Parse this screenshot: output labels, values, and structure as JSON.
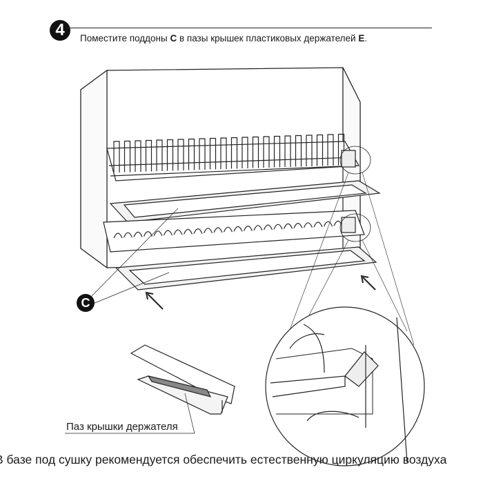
{
  "step": {
    "number": "4"
  },
  "instruction": {
    "text_1": "Поместите поддоны ",
    "tray_letter": "C",
    "text_2": " в пазы крышек пластиковых держателей ",
    "holder_letter": "E",
    "text_3": "."
  },
  "figure": {
    "tray_label": "C",
    "slot_caption": "Паз крышки держателя"
  },
  "note": "В базе под сушку рекомендуется обеспечить естественную циркуляцию воздуха"
}
